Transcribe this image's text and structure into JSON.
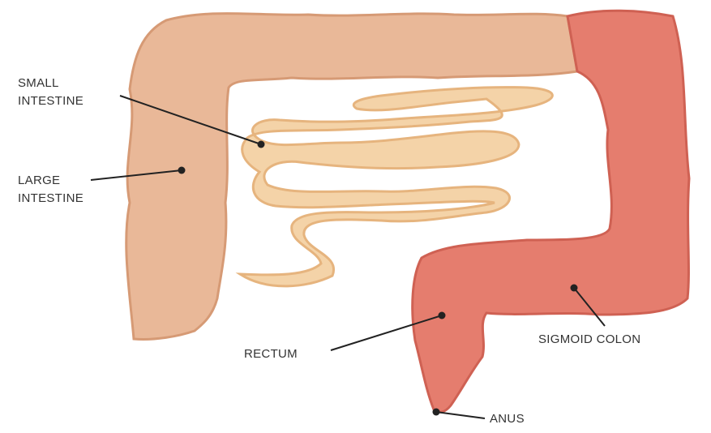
{
  "labels": {
    "small_intestine": {
      "line1": "SMALL",
      "line2": "INTESTINE"
    },
    "large_intestine": {
      "line1": "LARGE",
      "line2": "INTESTINE"
    },
    "rectum": "RECTUM",
    "sigmoid_colon": "SIGMOID COLON",
    "anus": "ANUS"
  },
  "colors": {
    "large_intestine_fill": "#e9b898",
    "large_intestine_stroke": "#d69a75",
    "small_intestine_fill": "#f4d3a8",
    "small_intestine_stroke": "#e6b47e",
    "sigmoid_fill": "#e57d6e",
    "sigmoid_stroke": "#cf6153",
    "pointer": "#222222"
  }
}
